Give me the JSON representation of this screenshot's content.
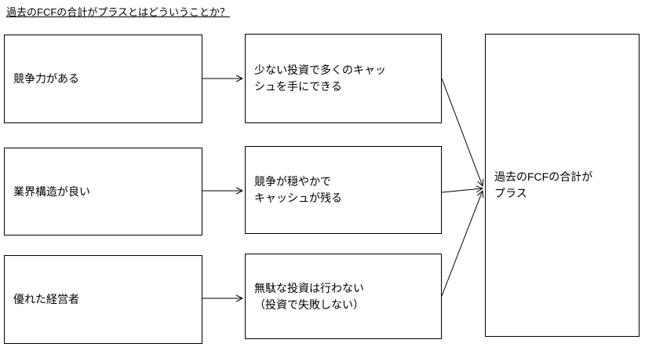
{
  "title": "過去のFCFの合計がプラスとはどういうことか？",
  "colors": {
    "background": "#ffffff",
    "box_border": "#000000",
    "text": "#000000",
    "arrow": "#000000"
  },
  "flowchart": {
    "rows": [
      {
        "cause": "競争力がある",
        "effect": "少ない投資で多くのキャッシュを手にできる"
      },
      {
        "cause": "業界構造が良い",
        "effect": "競争が穏やかで\nキャッシュが残る"
      },
      {
        "cause": "優れた経営者",
        "effect": "無駄な投資は行わない\n（投資で失敗しない）"
      }
    ],
    "conclusion": "過去のFCFの合計がプラス"
  }
}
